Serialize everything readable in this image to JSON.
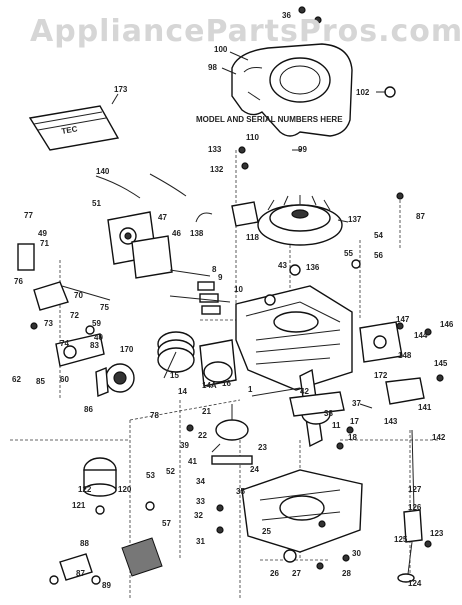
{
  "watermark": "AppliancePartsPros.com",
  "note": "MODEL AND SERIAL NUMBERS HERE",
  "labels": [
    "100",
    "98",
    "102",
    "173",
    "110",
    "133",
    "99",
    "132",
    "140",
    "137",
    "51",
    "47",
    "46",
    "138",
    "118",
    "77",
    "49",
    "71",
    "36",
    "87",
    "54",
    "55",
    "56",
    "43",
    "136",
    "8",
    "9",
    "10",
    "76",
    "70",
    "75",
    "73",
    "72",
    "59",
    "40",
    "74",
    "83",
    "147",
    "146",
    "144",
    "148",
    "62",
    "85",
    "60",
    "170",
    "15",
    "14",
    "14A",
    "16",
    "1",
    "42",
    "37",
    "38",
    "11",
    "172",
    "145",
    "141",
    "143",
    "17",
    "18",
    "86",
    "78",
    "21",
    "22",
    "39",
    "41",
    "23",
    "142",
    "24",
    "25",
    "35",
    "34",
    "33",
    "32",
    "31",
    "122",
    "120",
    "121",
    "53",
    "52",
    "57",
    "127",
    "126",
    "125",
    "123",
    "124",
    "26",
    "27",
    "28",
    "30",
    "88",
    "87",
    "89"
  ]
}
